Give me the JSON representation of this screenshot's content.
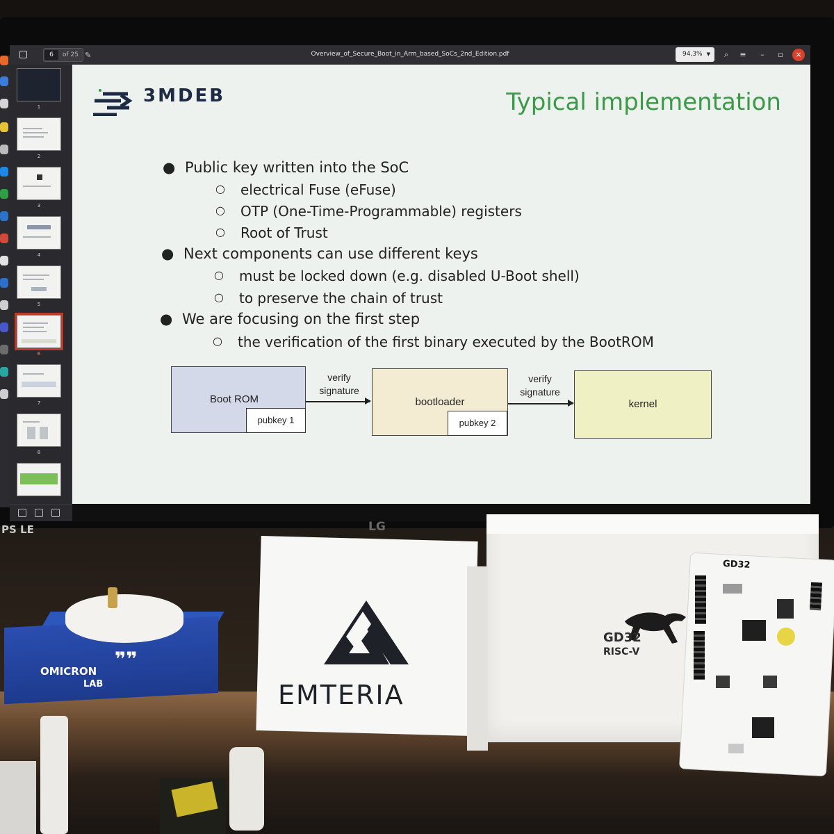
{
  "viewer": {
    "page_current": "6",
    "page_total": "of 25",
    "file_title": "Overview_of_Secure_Boot_in_Arm_based_SoCs_2nd_Edition.pdf",
    "zoom": "94,3%"
  },
  "thumbnails": {
    "numbers": [
      "1",
      "2",
      "3",
      "4",
      "5",
      "6",
      "7",
      "8"
    ],
    "selected": "6"
  },
  "slide": {
    "logo_text": "3MDEB",
    "title": "Typical implementation",
    "bullets": [
      {
        "text": "Public key written into the SoC",
        "subs": [
          "electrical Fuse (eFuse)",
          "OTP (One-Time-Programmable) registers",
          "Root of Trust"
        ]
      },
      {
        "text": "Next components can use different keys",
        "subs": [
          "must be locked down (e.g. disabled U-Boot shell)",
          "to preserve the chain of trust"
        ]
      },
      {
        "text": "We are focusing on the first step",
        "subs": [
          "the verification of the first binary executed by the BootROM"
        ]
      }
    ],
    "diagram": {
      "boot_rom": "Boot ROM",
      "pubkey1": "pubkey 1",
      "arrow1_line1": "verify",
      "arrow1_line2": "signature",
      "bootloader": "bootloader",
      "pubkey2": "pubkey 2",
      "arrow2_line1": "verify",
      "arrow2_line2": "signature",
      "kernel": "kernel",
      "colors": {
        "boot_rom": "#d3d9e8",
        "bootloader": "#f3ecd3",
        "kernel": "#eff0c4"
      }
    }
  },
  "monitor": {
    "brand_left": "PS LE",
    "brand_center": "LG"
  },
  "objects": {
    "omicron_line1": "OMICRON",
    "omicron_line2": "LAB",
    "emteria": "EMTERIA",
    "gd32_brand": "GD32",
    "gd32_sub": "RISC-V",
    "board_title": "GD32"
  },
  "colors": {
    "slide_title": "#3a9a48",
    "logo": "#1d2b44",
    "selected_thumb": "#c0392b"
  }
}
